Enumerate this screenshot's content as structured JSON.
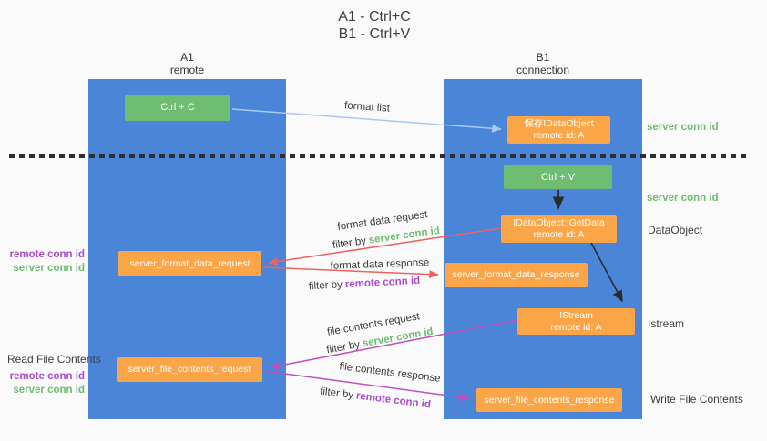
{
  "title": {
    "line1": "A1 - Ctrl+C",
    "line2": "B1 - Ctrl+V"
  },
  "lanes": {
    "left": {
      "id": "A1",
      "role": "remote"
    },
    "right": {
      "id": "B1",
      "role": "connection"
    }
  },
  "nodes": {
    "ctrl_c": {
      "label": "Ctrl + C"
    },
    "save_idataobject": {
      "line1": "保存IDataObject",
      "line2": "remote id: A"
    },
    "ctrl_v": {
      "label": "Ctrl + V"
    },
    "getdata": {
      "line1": "IDataObject::GetData",
      "line2": "remote id: A"
    },
    "format_request": {
      "label": "server_format_data_request"
    },
    "format_response": {
      "label": "server_format_data_response"
    },
    "istream": {
      "line1": "IStream",
      "line2": "remote id: A"
    },
    "file_request": {
      "label": "server_file_contents_request"
    },
    "file_response": {
      "label": "server_file_contents_response"
    }
  },
  "flow_labels": {
    "format_list": "format list",
    "format_data_request": "format data request",
    "format_data_response": "format data response",
    "file_contents_request": "file contents request",
    "file_contents_response": "file contents response",
    "filter_by": "filter by",
    "server_conn_id": "server conn id",
    "remote_conn_id": "remote conn id"
  },
  "side_labels": {
    "left_top": {
      "remote": "remote conn id",
      "server": "server conn id"
    },
    "read_file": "Read File Contents",
    "left_bottom": {
      "remote": "remote conn id",
      "server": "server conn id"
    },
    "right": {
      "server_1": "server conn id",
      "server_2": "server conn id",
      "dataobject": "DataObject",
      "istream": "Istream",
      "write_file": "Write File Contents"
    }
  },
  "colors": {
    "lane_blue": "#4a85d8",
    "node_orange": "#f9a548",
    "node_green": "#6ebd72",
    "arrow_red": "#e8645f",
    "arrow_magenta": "#bf51bd",
    "arrow_light_blue": "#a6cbee",
    "arrow_black": "#2b2b2b",
    "keyword_green": "#6cbd6f",
    "keyword_purple": "#a84bcb"
  }
}
